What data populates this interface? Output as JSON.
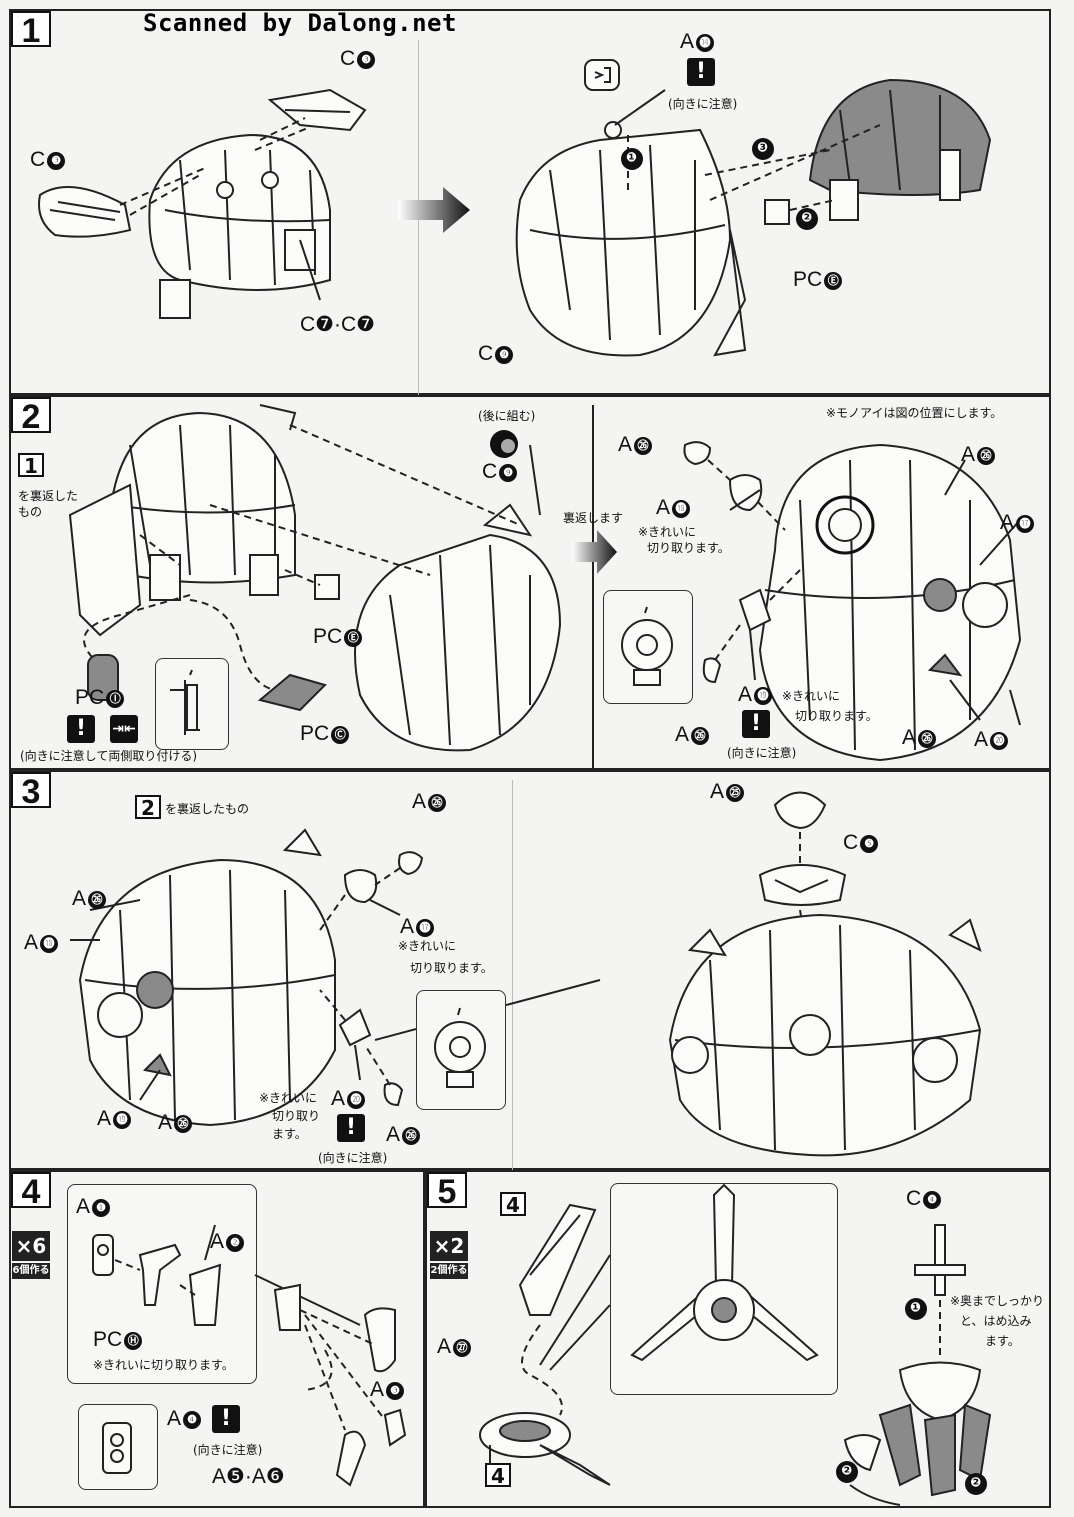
{
  "header": {
    "scan_credit": "Scanned by Dalong.net"
  },
  "steps": {
    "s1": {
      "num": "1"
    },
    "s2": {
      "num": "2"
    },
    "s3": {
      "num": "3"
    },
    "s4": {
      "num": "4",
      "mult": "×6",
      "mult_note": "6個作る"
    },
    "s5": {
      "num": "5",
      "mult": "×2",
      "mult_note": "2個作る"
    }
  },
  "labels": {
    "s1_c3_top": "C",
    "s1_c3_left": "C",
    "s1_c7": "C❼·C❼",
    "s1_a14": "A",
    "s1_c9": "C",
    "s1_pce": "PC",
    "s1_note_orient": "(向きに注意)",
    "s2_ref": "1",
    "s2_ref_note1": "を裏返した",
    "s2_ref_note2": "もの",
    "s2_pci": "PC",
    "s2_pce": "PC",
    "s2_pcc": "PC",
    "s2_c9": "C",
    "s2_note_back": "(後に組む)",
    "s2_note_flip": "裏返します",
    "s2_note_both": "(向きに注意して両側取り付ける)",
    "s2_mono": "※モノアイは図の位置にします。",
    "s2_a26a": "A",
    "s2_a18": "A",
    "s2_a26b": "A",
    "s2_a17": "A",
    "s2_a19": "A",
    "s2_a26c": "A",
    "s2_a26d": "A",
    "s2_a20": "A",
    "s2_clean1": "※きれいに",
    "s2_clean2": "切り取ります。",
    "s2_clean3": "※きれいに",
    "s2_clean4": "切り取ります。",
    "s2_orient": "(向きに注意)",
    "s3_ref": "2",
    "s3_ref_note": "を裏返したもの",
    "s3_a26a": "A",
    "s3_a26b": "A",
    "s3_a18": "A",
    "s3_a17": "A",
    "s3_a19": "A",
    "s3_a26c": "A",
    "s3_a20": "A",
    "s3_a26d": "A",
    "s3_a25": "A",
    "s3_c5": "C",
    "s3_clean1": "※きれいに",
    "s3_clean2": "切り取ります。",
    "s3_clean3": "※きれいに",
    "s3_clean4": "切り取り",
    "s3_clean5": "ます。",
    "s3_orient": "(向きに注意)",
    "s4_a1": "A",
    "s4_a2": "A",
    "s4_pch": "PC",
    "s4_clean": "※きれいに切り取ります。",
    "s4_a3": "A",
    "s4_a4": "A",
    "s4_a56": "A❺·A❻",
    "s4_orient": "(向きに注意)",
    "s5_ref1": "4",
    "s5_ref2": "4",
    "s5_a27": "A",
    "s5_c4": "C",
    "s5_note1": "※奥までしっかり",
    "s5_note2": "と、はめ込み",
    "s5_note3": "ます。"
  },
  "numbers": {
    "n3": "❸",
    "n14": "⓮",
    "n9": "❾",
    "n7": "❼",
    "nE": "Ⓔ",
    "nI": "Ⓘ",
    "nC": "Ⓒ",
    "n26": "㉖",
    "n18": "⓲",
    "n17": "⓱",
    "n19": "⓳",
    "n20": "⓴",
    "n25": "㉕",
    "n5": "❺",
    "n1": "❶",
    "n2": "❷",
    "nH": "Ⓗ",
    "n4": "❹",
    "n27": "㉗"
  },
  "warn_symbol": "!"
}
